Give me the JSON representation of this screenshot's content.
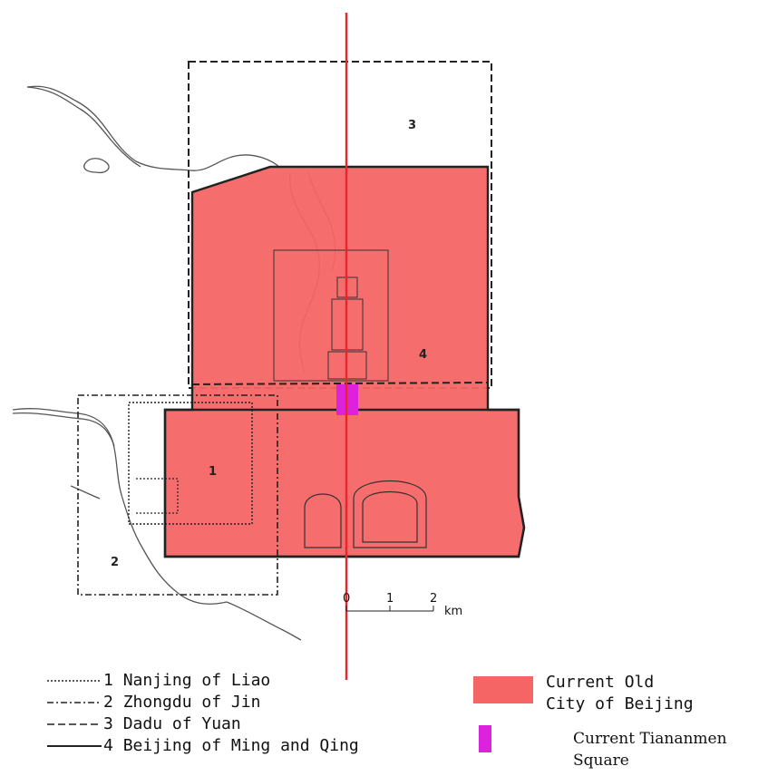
{
  "colors": {
    "old_city": "#f56565",
    "tiananmen": "#dd22dd",
    "axis": "#e8262b",
    "outline": "#222222",
    "river": "#555555"
  },
  "map": {
    "labels": {
      "l1": "1",
      "l2": "2",
      "l3": "3",
      "l4": "4"
    },
    "scale": {
      "t0": "0",
      "t1": "1",
      "t2": "2",
      "unit": "km"
    }
  },
  "legend": {
    "items": [
      {
        "num": "1",
        "label": "Nanjing of Liao",
        "style": "dotted"
      },
      {
        "num": "2",
        "label": "Zhongdu of Jin",
        "style": "dash-dot"
      },
      {
        "num": "3",
        "label": "Dadu of Yuan",
        "style": "dashed"
      },
      {
        "num": "4",
        "label": "Beijing of Ming and Qing",
        "style": "solid"
      }
    ],
    "old_city_line1": "Current Old",
    "old_city_line2": "City of Beijing",
    "tiananmen_line1": "Current Tiananmen",
    "tiananmen_line2": "Square"
  }
}
